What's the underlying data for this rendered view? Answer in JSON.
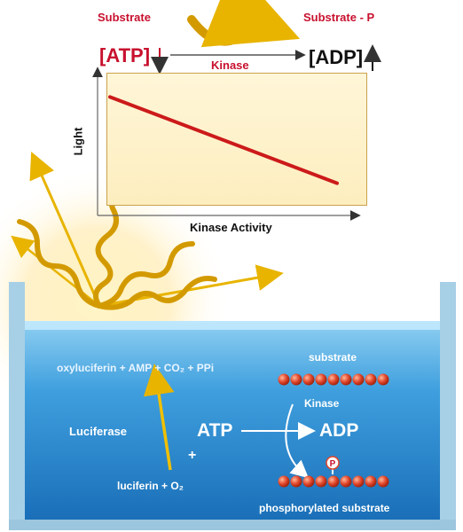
{
  "top": {
    "substrate": "Substrate",
    "substrate_p": "Substrate - P",
    "atp": "[ATP]",
    "kinase": "Kinase",
    "adp": "[ADP]"
  },
  "chart_data": {
    "type": "line",
    "title": "",
    "xlabel": "Kinase Activity",
    "ylabel": "Light",
    "xlim": [
      0,
      1
    ],
    "ylim": [
      0,
      1
    ],
    "series": [
      {
        "x": [
          0,
          1
        ],
        "y": [
          0.88,
          0.12
        ]
      }
    ],
    "colors": {
      "line": "#cc1a1a"
    },
    "grid": false
  },
  "tank": {
    "reaction": "oxyluciferin + AMP + CO₂ + PPi",
    "substrate": "substrate",
    "kinase": "Kinase",
    "luciferase": "Luciferase",
    "atp": "ATP",
    "adp": "ADP",
    "plus": "+",
    "luciferin": "luciferin + O₂",
    "phospho_marker": "P",
    "phosphorylated": "phosphorylated substrate"
  },
  "colors": {
    "red_text": "#c8102e",
    "arrow_gold": "#e8b400",
    "water": "#2a8fd0",
    "bead": "#e0452a"
  }
}
